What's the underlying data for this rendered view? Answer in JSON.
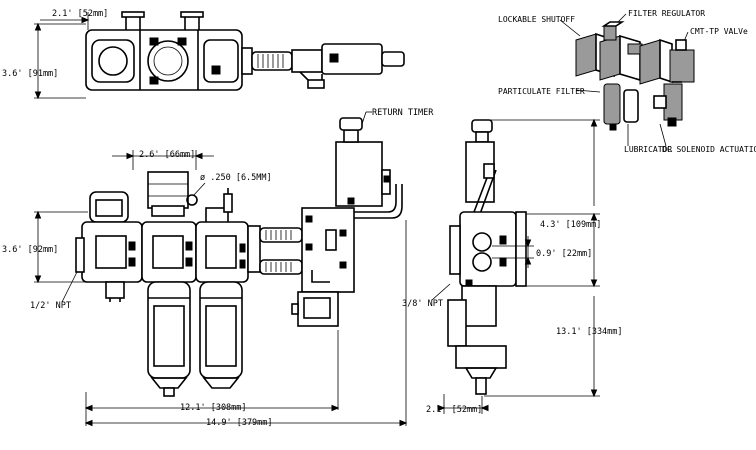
{
  "dimensions": {
    "top_width": "2.1' [52mm]",
    "top_height": "3.6' [91mm]",
    "front_width_lower": "2.6' [66mm]",
    "front_port": "ø .250 [6.5MM]",
    "front_height": "3.6' [92mm]",
    "front_npt": "1/2' NPT",
    "front_overall_a": "12.1' [308mm]",
    "front_overall_b": "14.9' [379mm]",
    "side_a": "4.3' [109mm]",
    "side_b": "0.9' [22mm]",
    "side_npt": "3/8' NPT",
    "side_height": "13.1' [334mm]",
    "side_width": "2.1' [52mm]"
  },
  "callouts": {
    "return_timer": "RETURN TIMER",
    "lockable_shutoff": "LOCKABLE SHUTOFF",
    "filter_regulator": "FILTER REGULATOR",
    "cmt_tp_valve": "CMT-TP VALVe",
    "particulate_filter": "PARTICULATE FILTER",
    "lubricator": "LUBRICATOR",
    "dc_solenoid": "DC SOLENOID ACTUATION"
  }
}
